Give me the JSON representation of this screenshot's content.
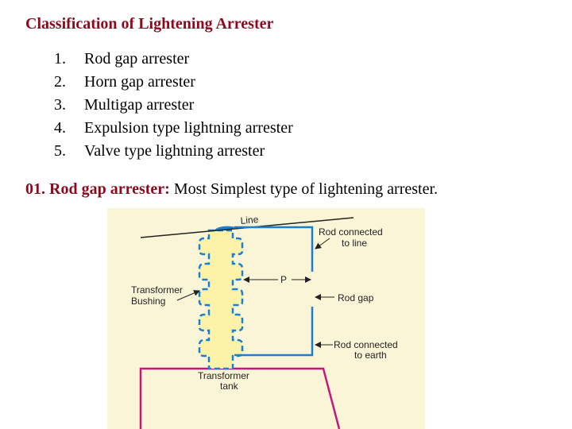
{
  "title": "Classification of Lightening Arrester",
  "list": [
    {
      "num": "1.",
      "text": "Rod gap arrester"
    },
    {
      "num": "2.",
      "text": "Horn gap arrester"
    },
    {
      "num": "3.",
      "text": "Multigap arrester"
    },
    {
      "num": "4.",
      "text": "Expulsion type lightning arrester"
    },
    {
      "num": "5.",
      "text": "Valve type lightning arrester"
    }
  ],
  "section": {
    "lead": "01. Rod gap arrester:",
    "text": " Most Simplest type of lightening arrester."
  },
  "figure": {
    "line": "Line",
    "rod_line_1": "Rod connected",
    "rod_line_2": "to line",
    "p": "P",
    "bushing_1": "Transformer",
    "bushing_2": "Bushing",
    "rod_gap": "Rod gap",
    "rod_earth_1": "Rod connected",
    "rod_earth_2": "to earth",
    "tank_1": "Transformer",
    "tank_2": "tank",
    "colors": {
      "background": "#fbf5d8",
      "bushing": "#fdf3a8",
      "rod": "#1a7fd0",
      "tank": "#c2187e",
      "title": "#8b0a1e"
    }
  }
}
